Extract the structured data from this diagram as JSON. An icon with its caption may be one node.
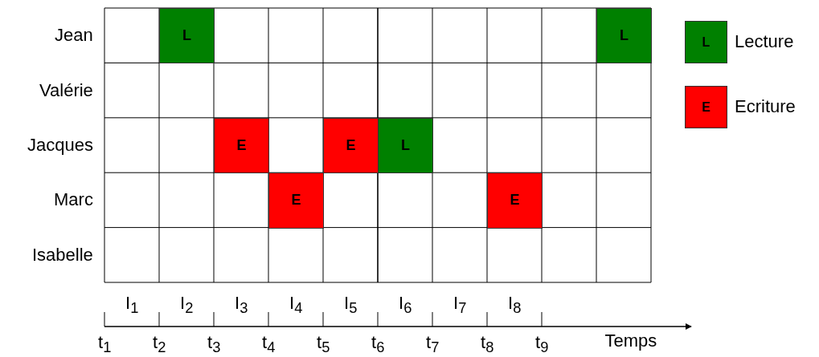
{
  "diagram": {
    "nodes": [
      {
        "text": [
          "L"
        ]
      },
      {
        "text": [
          "L"
        ]
      },
      {
        "text": [
          "E"
        ]
      },
      {
        "text": [
          "E"
        ]
      },
      {
        "text": [
          "L"
        ]
      },
      {
        "text": [
          "E"
        ]
      },
      {
        "text": [
          "E"
        ]
      }
    ],
    "labels": [
      "Jean",
      "Valérie",
      "Jacques",
      "Marc",
      "Isabelle",
      "I$_{1}$",
      "I$_{2}$",
      "I$_{3}$",
      "I$_{4}$",
      "I$_{5}$",
      "I$_{6}$",
      "I$_{7}$",
      "I$_{8}$",
      "t$_{1}$",
      "t$_{2}$",
      "t$_{3}$",
      "t$_{4}$",
      "t$_{5}$",
      "t$_{6}$",
      "t$_{7}$",
      "t$_{8}$",
      "t$_{9}$",
      "Temps",
      "L",
      "E"
    ],
    "legend": [
      {
        "text": "Lecture",
        "color": "#008000"
      },
      {
        "text": "Ecriture",
        "color": "#ff0000"
      }
    ]
  }
}
